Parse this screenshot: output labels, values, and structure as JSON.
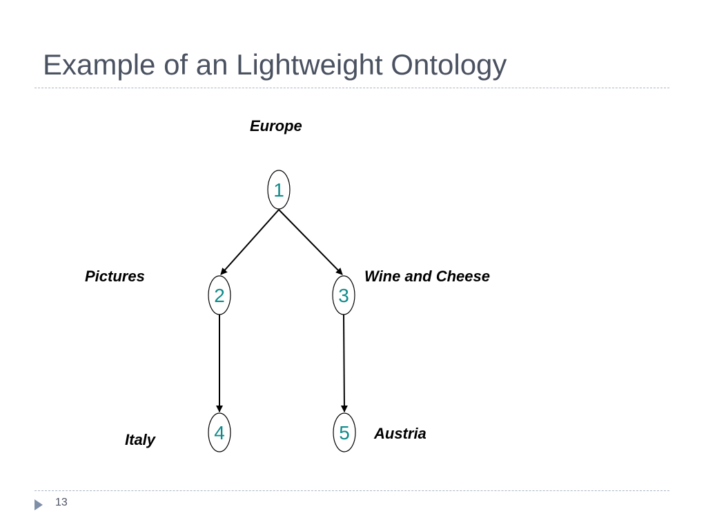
{
  "slide": {
    "title": "Example of an Lightweight Ontology",
    "page_number": "13"
  },
  "diagram": {
    "nodes": [
      {
        "id": "1",
        "label": "1",
        "name": "Europe"
      },
      {
        "id": "2",
        "label": "2",
        "name": "Pictures"
      },
      {
        "id": "3",
        "label": "3",
        "name": "Wine and Cheese"
      },
      {
        "id": "4",
        "label": "4",
        "name": "Italy"
      },
      {
        "id": "5",
        "label": "5",
        "name": "Austria"
      }
    ],
    "edges": [
      {
        "from": "1",
        "to": "2"
      },
      {
        "from": "1",
        "to": "3"
      },
      {
        "from": "2",
        "to": "4"
      },
      {
        "from": "3",
        "to": "5"
      }
    ]
  },
  "colors": {
    "title": "#4a5160",
    "node_text": "#0f8a8a",
    "rule": "#aab4c2",
    "bullet": "#7f8fa8"
  },
  "icons": {
    "footer_bullet": "triangle-right-icon"
  }
}
